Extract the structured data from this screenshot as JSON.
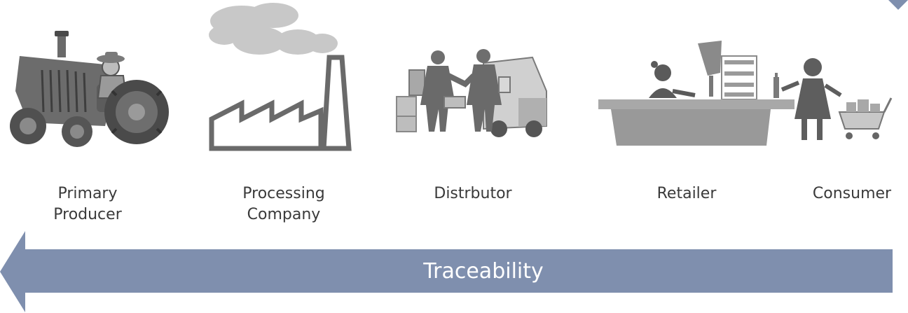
{
  "stages": [
    {
      "name": "primary-producer",
      "label": "Primary\nProducer",
      "icon": "tractor-farmer-icon"
    },
    {
      "name": "processing-company",
      "label": "Processing\nCompany",
      "icon": "factory-icon"
    },
    {
      "name": "distributor",
      "label": "Distrbutor",
      "icon": "handshake-truck-icon"
    },
    {
      "name": "retailer",
      "label": "Retailer",
      "icon": "checkout-counter-icon"
    },
    {
      "name": "consumer",
      "label": "Consumer",
      "icon": "shopper-cart-icon"
    }
  ],
  "arrow": {
    "label": "Traceability",
    "direction": "left",
    "color": "#7f8fae"
  },
  "colors": {
    "icon_dark": "#5a5a5a",
    "icon_mid": "#8a8a8a",
    "icon_light": "#b9b9b9",
    "smoke": "#c8c8c8"
  }
}
